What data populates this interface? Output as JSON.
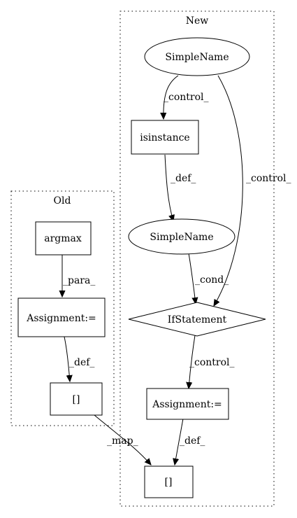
{
  "clusters": {
    "new": {
      "title": "New"
    },
    "old": {
      "title": "Old"
    }
  },
  "nodes": {
    "new_simplename_top": "SimpleName",
    "new_isinstance": "isinstance",
    "new_simplename_mid": "SimpleName",
    "new_ifstatement": "IfStatement",
    "new_assignment": "Assignment:=",
    "new_subscript": "[]",
    "old_argmax": "argmax",
    "old_assignment": "Assignment:=",
    "old_subscript": "[]"
  },
  "edges": {
    "control_1": "_control_",
    "control_2": "_control_",
    "def_1": "_def_",
    "cond": "_cond_",
    "control_3": "_control_",
    "def_2": "_def_",
    "para": "_para_",
    "def_3": "_def_",
    "map": "_map_"
  }
}
